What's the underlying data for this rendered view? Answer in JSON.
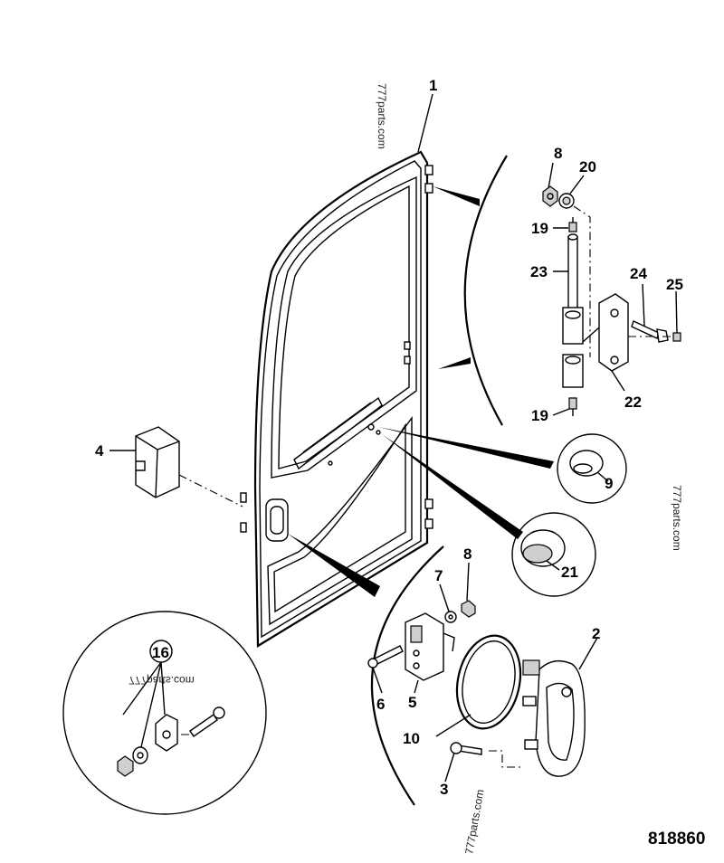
{
  "diagram": {
    "reference_number": "818860",
    "watermarks": [
      "777parts.com",
      "777parts.com",
      "777parts.com",
      "777parts.com"
    ],
    "callouts": [
      {
        "id": "c1",
        "label": "1"
      },
      {
        "id": "c2",
        "label": "2"
      },
      {
        "id": "c3",
        "label": "3"
      },
      {
        "id": "c4",
        "label": "4"
      },
      {
        "id": "c5",
        "label": "5"
      },
      {
        "id": "c6",
        "label": "6"
      },
      {
        "id": "c7",
        "label": "7"
      },
      {
        "id": "c8a",
        "label": "8"
      },
      {
        "id": "c8b",
        "label": "8"
      },
      {
        "id": "c9",
        "label": "9"
      },
      {
        "id": "c10",
        "label": "10"
      },
      {
        "id": "c16",
        "label": "16"
      },
      {
        "id": "c19a",
        "label": "19"
      },
      {
        "id": "c19b",
        "label": "19"
      },
      {
        "id": "c20",
        "label": "20"
      },
      {
        "id": "c21",
        "label": "21"
      },
      {
        "id": "c22",
        "label": "22"
      },
      {
        "id": "c23",
        "label": "23"
      },
      {
        "id": "c24",
        "label": "24"
      },
      {
        "id": "c25",
        "label": "25"
      }
    ]
  }
}
